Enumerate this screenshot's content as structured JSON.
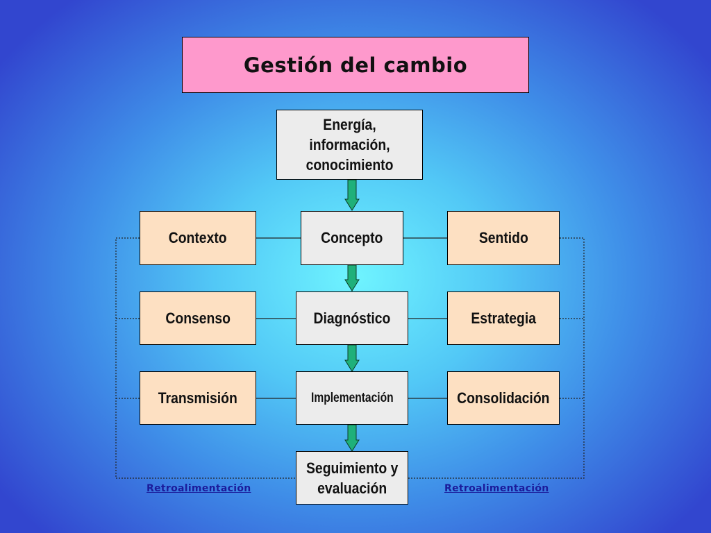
{
  "title": "Gestión del cambio",
  "center": {
    "top": "Energía,\ninformación,\nconocimiento",
    "concepto": "Concepto",
    "diagnostico": "Diagnóstico",
    "implementacion": "Implementación",
    "seguimiento": "Seguimiento y\nevaluación"
  },
  "left": {
    "contexto": "Contexto",
    "consenso": "Consenso",
    "transmision": "Transmisión"
  },
  "right": {
    "sentido": "Sentido",
    "estrategia": "Estrategia",
    "consolidacion": "Consolidación"
  },
  "feedback": {
    "left": "Retroalimentación",
    "right": "Retroalimentación"
  },
  "colors": {
    "title_box": "#fe99cc",
    "side_box": "#fde0c2",
    "center_box": "#ececec",
    "arrow": "#1fb07a"
  }
}
